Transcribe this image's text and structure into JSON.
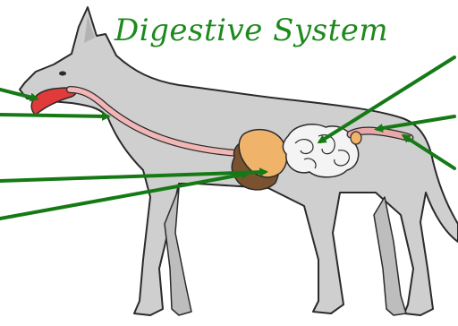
{
  "title": "Digestive System",
  "colors": {
    "title": "#1e8a1e",
    "arrow": "#157a15",
    "body_fill": "#cfcfcf",
    "body_outline": "#2b2b2b",
    "esophagus": "#f2b6b6",
    "liver": "#7a5230",
    "stomach": "#f0b36a",
    "intestine": "#f4f4f4",
    "tongue": "#e03a3a"
  },
  "pointers": [
    {
      "id": "pointer-mouth",
      "points_to": "mouth"
    },
    {
      "id": "pointer-esophagus",
      "points_to": "esophagus"
    },
    {
      "id": "pointer-stomach",
      "points_to": "stomach"
    },
    {
      "id": "pointer-liver",
      "points_to": "liver"
    },
    {
      "id": "pointer-small-intestine",
      "points_to": "small intestine"
    },
    {
      "id": "pointer-large-intestine",
      "points_to": "large intestine"
    },
    {
      "id": "pointer-rectum",
      "points_to": "rectum"
    }
  ]
}
